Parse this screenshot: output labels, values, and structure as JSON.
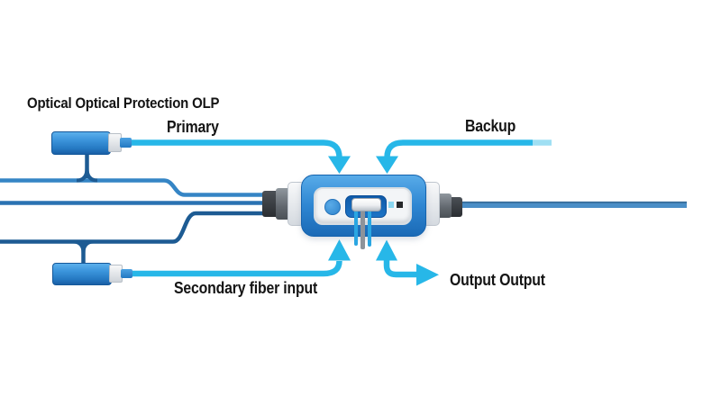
{
  "diagram": {
    "title": "Optical Optical Protection OLP",
    "labels": {
      "primary": "Primary",
      "backup": "Backup",
      "secondary_input": "Secondary fiber input",
      "output": "Output Output"
    },
    "colors": {
      "arrow_cyan": "#27b7e8",
      "arrow_cyan_faded": "#9fdff3",
      "fiber_light_blue": "#3585c5",
      "fiber_mid_blue": "#2a72b2",
      "fiber_dark_blue": "#1d5b93",
      "output_fiber_blue": "#4a8ec6",
      "device_body_blue": "#2e86d2",
      "device_panel_white": "#f3f5f7"
    }
  }
}
